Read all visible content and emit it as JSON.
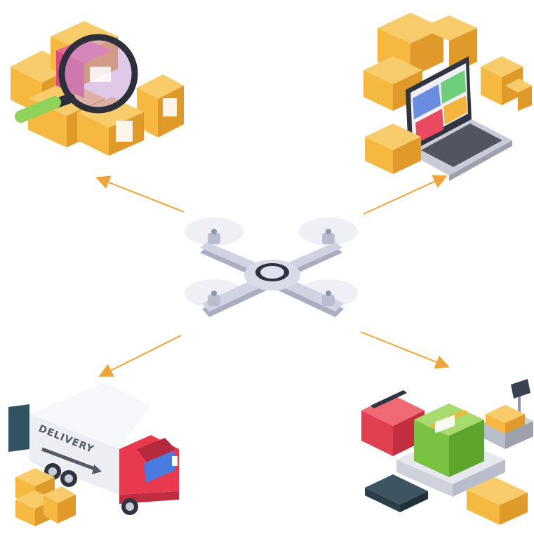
{
  "truck": {
    "label": "DELIVERY"
  },
  "colors": {
    "arrow": "#f0a33a",
    "box": "#f5b942",
    "box_shade": "#e09a2a",
    "drone": "#c5c9d8",
    "truck_cab": "#e8394f",
    "green_box": "#7cc242",
    "red_box": "#e0404f"
  },
  "icons": [
    "magnifier-boxes",
    "laptop-map-boxes",
    "delivery-truck",
    "scale-pallet-boxes",
    "quad-drone"
  ]
}
